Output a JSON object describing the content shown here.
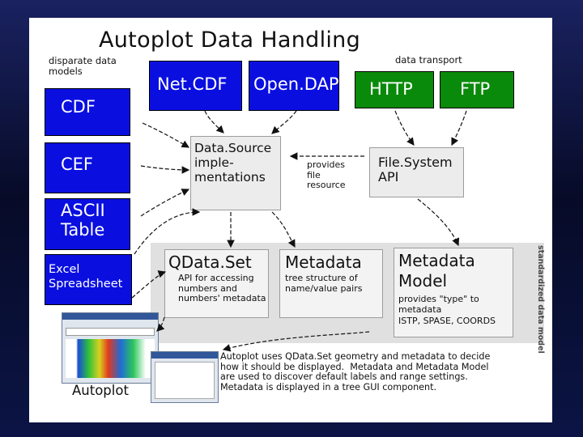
{
  "title": "Autoplot Data Handling",
  "labels": {
    "sources_heading": "disparate data\nmodels",
    "transport_heading": "data transport"
  },
  "sources": [
    {
      "label": "CDF"
    },
    {
      "label": "CEF"
    },
    {
      "label": "ASCII\nTable"
    },
    {
      "label": "Excel\nSpreadsheet"
    }
  ],
  "formats": [
    {
      "label": "Net.CDF"
    },
    {
      "label": "Open.DAP"
    }
  ],
  "transports": [
    {
      "label": "HTTP"
    },
    {
      "label": "FTP"
    }
  ],
  "datasource": {
    "label": "Data.Source\nimple-\nmentations"
  },
  "provides_note": "provides\nfile\nresource",
  "filesystem": {
    "label": "File.System\nAPI"
  },
  "model": {
    "vertical_label": "standardized data model",
    "qdataset": {
      "title": "QData.Set",
      "desc": "API for accessing\nnumbers and\nnumbers' metadata"
    },
    "metadata": {
      "title": "Metadata",
      "desc": "tree structure of\nname/value pairs"
    },
    "metadata_model": {
      "title": "Metadata\nModel",
      "desc": "provides \"type\" to\nmetadata",
      "standards": "ISTP, SPASE, COORDS"
    }
  },
  "autoplot_label": "Autoplot",
  "description": "Autoplot uses QData.Set geometry and metadata to decide\nhow it should be displayed.  Metadata and Metadata Model\nare used to discover default labels and range settings.\nMetadata is displayed in a tree GUI component.",
  "colors": {
    "format_blue": "#0a0fe0",
    "transport_green": "#0a8a0a",
    "panel_grey": "#e0e0e0"
  }
}
